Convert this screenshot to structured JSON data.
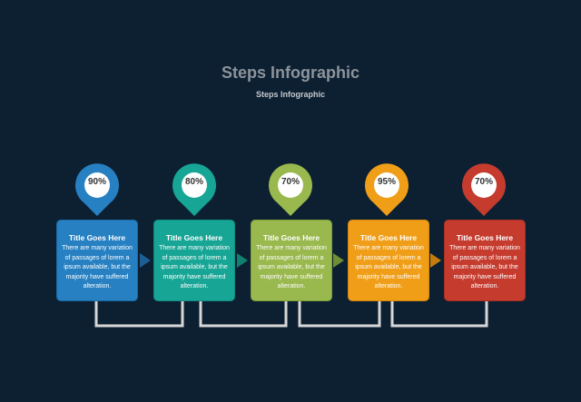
{
  "header": {
    "title": "Steps Infographic",
    "subtitle": "Steps Infographic"
  },
  "steps": [
    {
      "value": "90%",
      "title": "Title Goes Here",
      "body": "There are many variation of passages of lorem a ipsum available, but the majority have suffered alteration.",
      "color": "#2680c2",
      "border": "#1c6aa4",
      "arrow": "#1d5f93"
    },
    {
      "value": "80%",
      "title": "Title Goes Here",
      "body": "There are many variation of passages of lorem a ipsum available, but the majority have suffered alteration.",
      "color": "#17a595",
      "border": "#0f8d7e",
      "arrow": "#12806f"
    },
    {
      "value": "70%",
      "title": "Title Goes Here",
      "body": "There are many variation of passages of lorem a ipsum available, but the majority have suffered alteration.",
      "color": "#99b84d",
      "border": "#80a03a",
      "arrow": "#6f8f34"
    },
    {
      "value": "95%",
      "title": "Title Goes Here",
      "body": "There are many variation of passages of lorem a ipsum available, but the majority have suffered alteration.",
      "color": "#f09e18",
      "border": "#d6870c",
      "arrow": "#c47c0c"
    },
    {
      "value": "70%",
      "title": "Title Goes Here",
      "body": "There are many variation of passages of lorem a ipsum available, but the majority have suffered alteration.",
      "color": "#c53b2e",
      "border": "#a82f23",
      "arrow": "#a82f23"
    }
  ]
}
